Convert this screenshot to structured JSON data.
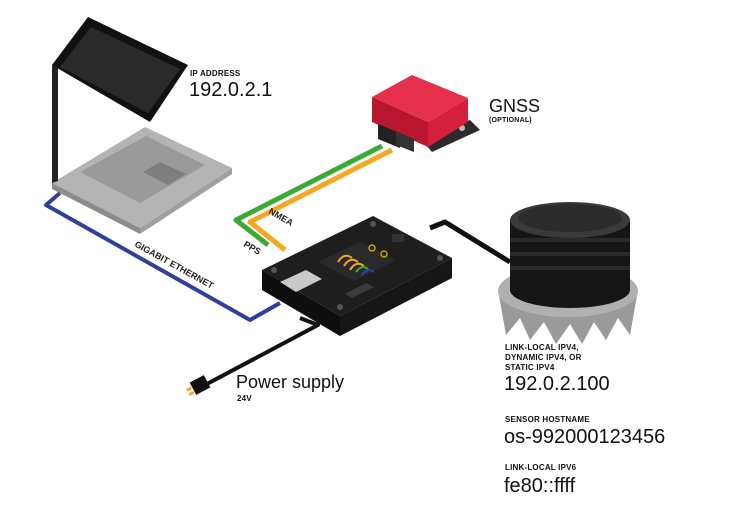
{
  "laptop": {
    "ip_label": "IP ADDRESS",
    "ip_value": "192.0.2.1"
  },
  "gnss": {
    "title": "GNSS",
    "subtitle": "(OPTIONAL)"
  },
  "cables": {
    "ethernet": "GIGABIT ETHERNET",
    "nmea": "NMEA",
    "pps": "PPS"
  },
  "power": {
    "title": "Power supply",
    "voltage": "24V"
  },
  "sensor": {
    "ipv4_label_lines": [
      "LINK-LOCAL IPV4,",
      "DYNAMIC IPV4, OR",
      "STATIC IPV4"
    ],
    "ipv4_value": "192.0.2.100",
    "hostname_label": "SENSOR HOSTNAME",
    "hostname_value": "os-992000123456",
    "ipv6_label": "LINK-LOCAL IPV6",
    "ipv6_value": "fe80::ffff"
  },
  "colors": {
    "ethernet_cable": "#2e3f9e",
    "nmea_cable": "#f5a623",
    "pps_cable": "#3aaa35",
    "gnss_body": "#d61f3c",
    "device_body": "#151515"
  }
}
